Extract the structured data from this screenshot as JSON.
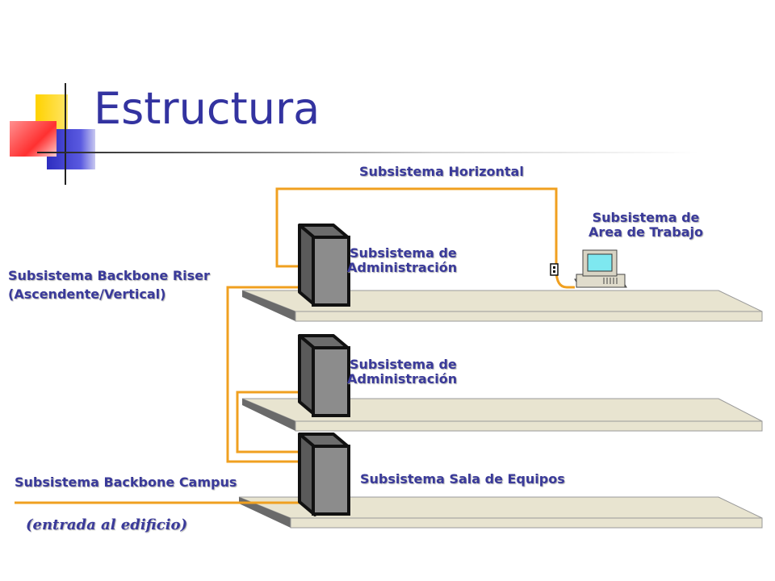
{
  "title": "Estructura",
  "labels": {
    "horizontal": "Subsistema Horizontal",
    "work_area_line1": "Subsistema de",
    "work_area_line2": "Area de Trabajo",
    "admin_top_line1": "Subsistema de",
    "admin_top_line2": "Administración",
    "admin_mid_line1": "Subsistema de",
    "admin_mid_line2": "Administración",
    "riser_line1": "Subsistema Backbone Riser",
    "riser_line2": "(Ascendente/Vertical)",
    "equipment_room": "Subsistema Sala de Equipos",
    "campus": "Subsistema Backbone Campus",
    "entrance": "(entrada al edificio)"
  },
  "colors": {
    "title": "#3333a0",
    "label": "#3a3a9a",
    "cable": "#f0a020",
    "floor": "#e8e4d0",
    "rack_front": "#8c8c8c",
    "rack_side": "#5a5a5a",
    "deco_yellow": "#ffd200",
    "deco_blue": "#3535c8",
    "deco_red": "#ff4040"
  },
  "icons": [
    "server-rack-icon",
    "computer-icon",
    "wall-outlet-icon"
  ]
}
